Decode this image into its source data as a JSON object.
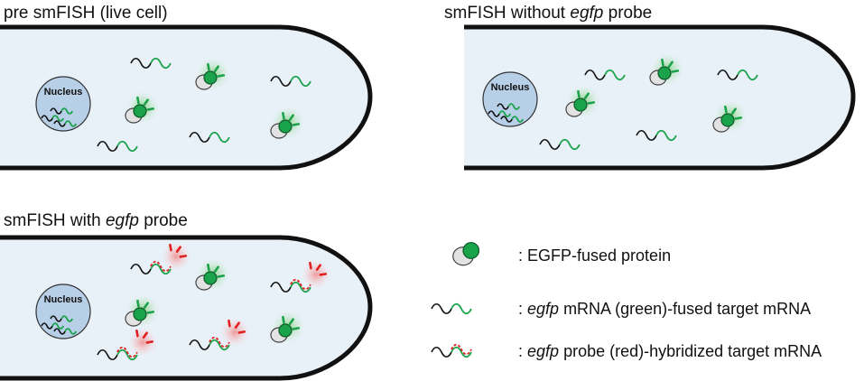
{
  "panels": {
    "pre": {
      "title": "pre smFISH (live cell)"
    },
    "without": {
      "title_pre": "smFISH without ",
      "title_italic": "egfp",
      "title_post": " probe"
    },
    "with": {
      "title_pre": "smFISH with ",
      "title_italic": "egfp",
      "title_post": " probe"
    }
  },
  "nucleus_label": "Nucleus",
  "legend": {
    "protein": {
      "pre": ": EGFP-fused protein"
    },
    "mrna": {
      "pre": ": ",
      "italic": "egfp",
      "post": " mRNA (green)-fused target mRNA"
    },
    "probe": {
      "pre": ": ",
      "italic": "egfp",
      "post": " probe (red)-hybridized target mRNA"
    }
  },
  "colors": {
    "cell_fill": "#e8f0f8",
    "nucleus_fill": "#b8cfe8",
    "egfp_green": "#1aa34a",
    "probe_red": "#e02020",
    "glow_green": "#b4e3b4",
    "glow_red": "#f6b8b8"
  }
}
